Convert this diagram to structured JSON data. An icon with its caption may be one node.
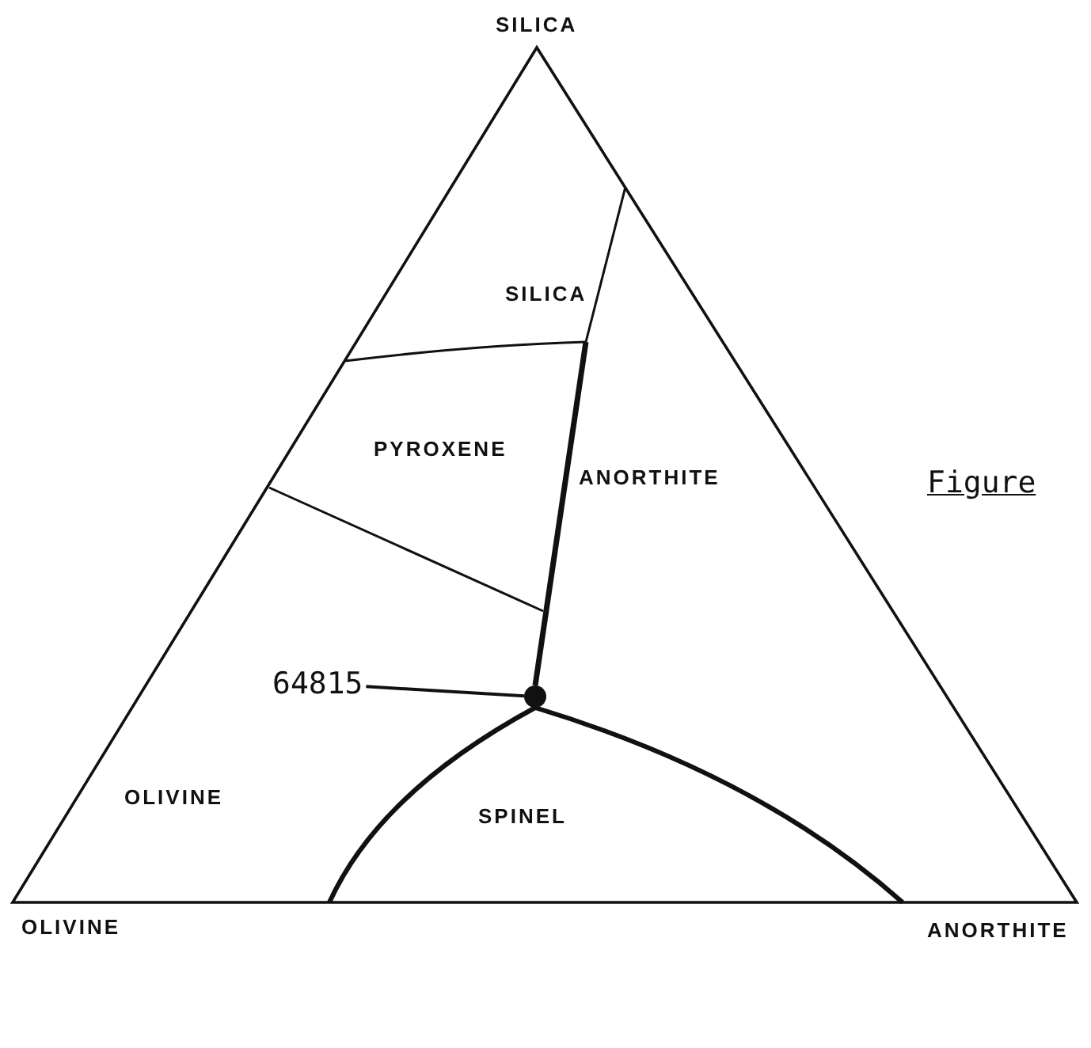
{
  "diagram": {
    "nodes": [
      {
        "text": [
          "64815"
        ]
      },
      {
        "text": [],
        "shape": "circle"
      }
    ],
    "edges": [
      {
        "from": 0,
        "to": 1,
        "arrow": "none"
      }
    ],
    "labels": [
      "SILICA",
      "SILICA",
      "PYROXENE",
      "ANORTHITE",
      "Figure",
      "OLIVINE",
      "SPINEL",
      "OLIVINE",
      "ANORTHITE"
    ]
  }
}
